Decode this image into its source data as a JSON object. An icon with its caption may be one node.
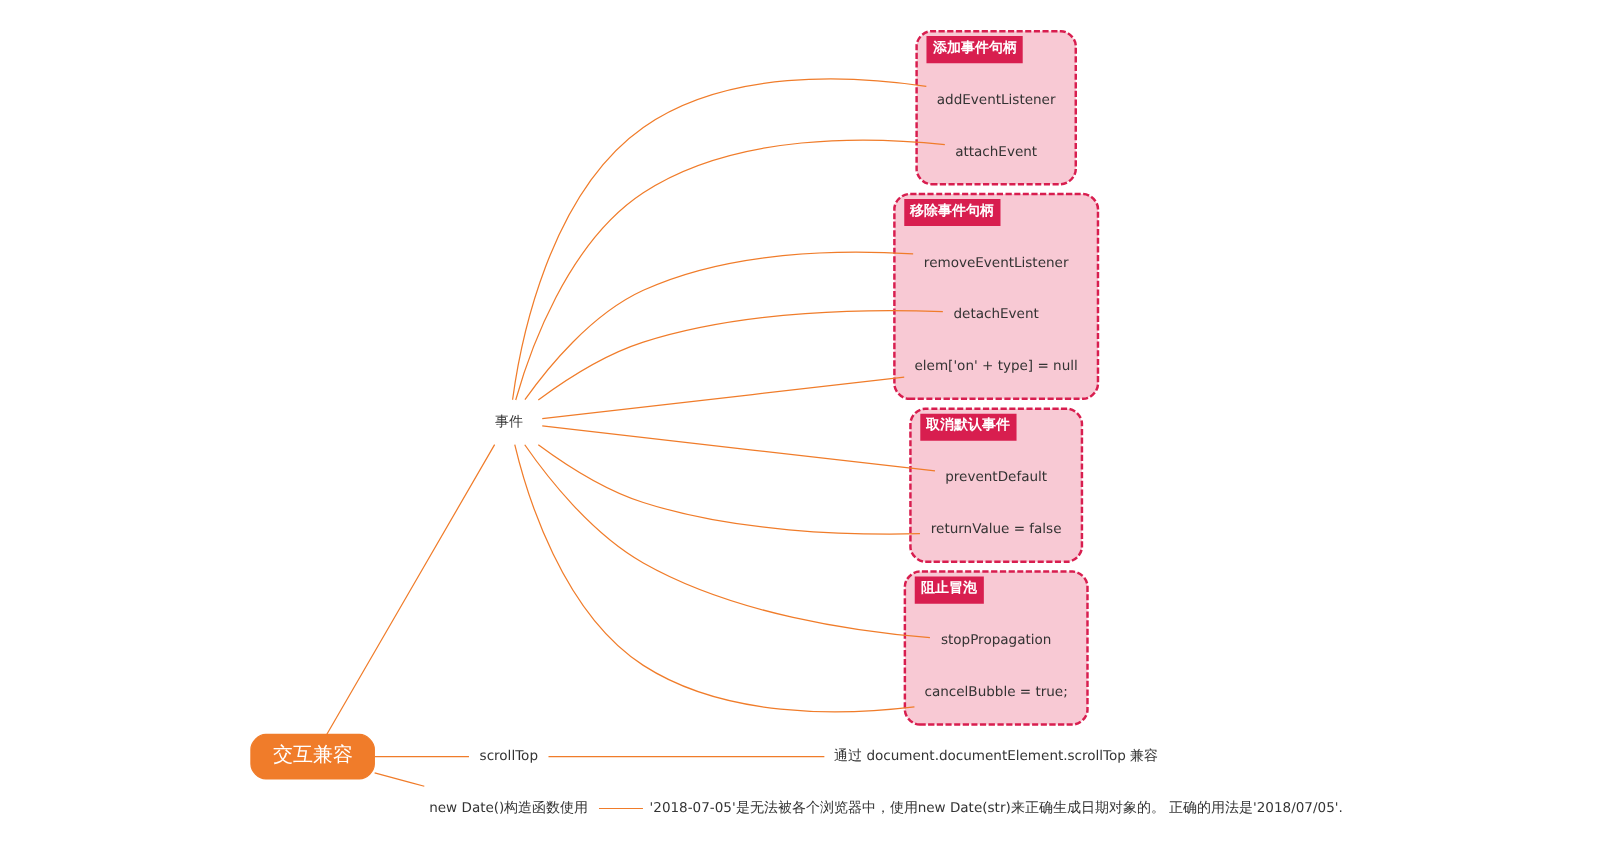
{
  "diagram": {
    "nodes": [
      {
        "text": [
          "交互兼容"
        ]
      },
      {
        "text": [
          "事件"
        ]
      },
      {
        "text": [
          "添加事件句柄"
        ]
      },
      {
        "text": [
          "addEventListener"
        ],
        "in": 2
      },
      {
        "text": [
          "attachEvent"
        ],
        "in": 2
      },
      {
        "text": [
          "移除事件句柄"
        ]
      },
      {
        "text": [
          "removeEventListener"
        ],
        "in": 5
      },
      {
        "text": [
          "detachEvent"
        ],
        "in": 5
      },
      {
        "text": [
          "elem['on' + type] = null"
        ],
        "in": 5
      },
      {
        "text": [
          "取消默认事件"
        ]
      },
      {
        "text": [
          "preventDefault"
        ],
        "in": 9
      },
      {
        "text": [
          "returnValue = false"
        ],
        "in": 9
      },
      {
        "text": [
          "阻止冒泡"
        ]
      },
      {
        "text": [
          "stopPropagation"
        ],
        "in": 12
      },
      {
        "text": [
          "cancelBubble = true;"
        ],
        "in": 12
      },
      {
        "text": [
          "scrollTop"
        ]
      },
      {
        "text": [
          "通过 document.documentElement.scrollTop 兼容"
        ]
      },
      {
        "text": [
          "new Date()构造函数使用"
        ]
      },
      {
        "text": [
          "'2018-07-05'是无法被各个浏览器中，使用new Date(str)来正确生成日期对象的。 正确的用法是'2018/07/05'."
        ]
      }
    ],
    "edges": [
      {
        "from": 0,
        "to": 1,
        "arrow": "none"
      },
      {
        "from": 1,
        "to": 3,
        "arrow": "none"
      },
      {
        "from": 1,
        "to": 4,
        "arrow": "none"
      },
      {
        "from": 1,
        "to": 6,
        "arrow": "none"
      },
      {
        "from": 1,
        "to": 7,
        "arrow": "none"
      },
      {
        "from": 1,
        "to": 8,
        "arrow": "none"
      },
      {
        "from": 1,
        "to": 10,
        "arrow": "none"
      },
      {
        "from": 1,
        "to": 11,
        "arrow": "none"
      },
      {
        "from": 1,
        "to": 13,
        "arrow": "none"
      },
      {
        "from": 1,
        "to": 14,
        "arrow": "none"
      },
      {
        "from": 0,
        "to": 15,
        "arrow": "none"
      },
      {
        "from": 15,
        "to": 16,
        "arrow": "none"
      },
      {
        "from": 0,
        "to": 17,
        "arrow": "none"
      },
      {
        "from": 17,
        "to": 18,
        "arrow": "none"
      }
    ]
  }
}
